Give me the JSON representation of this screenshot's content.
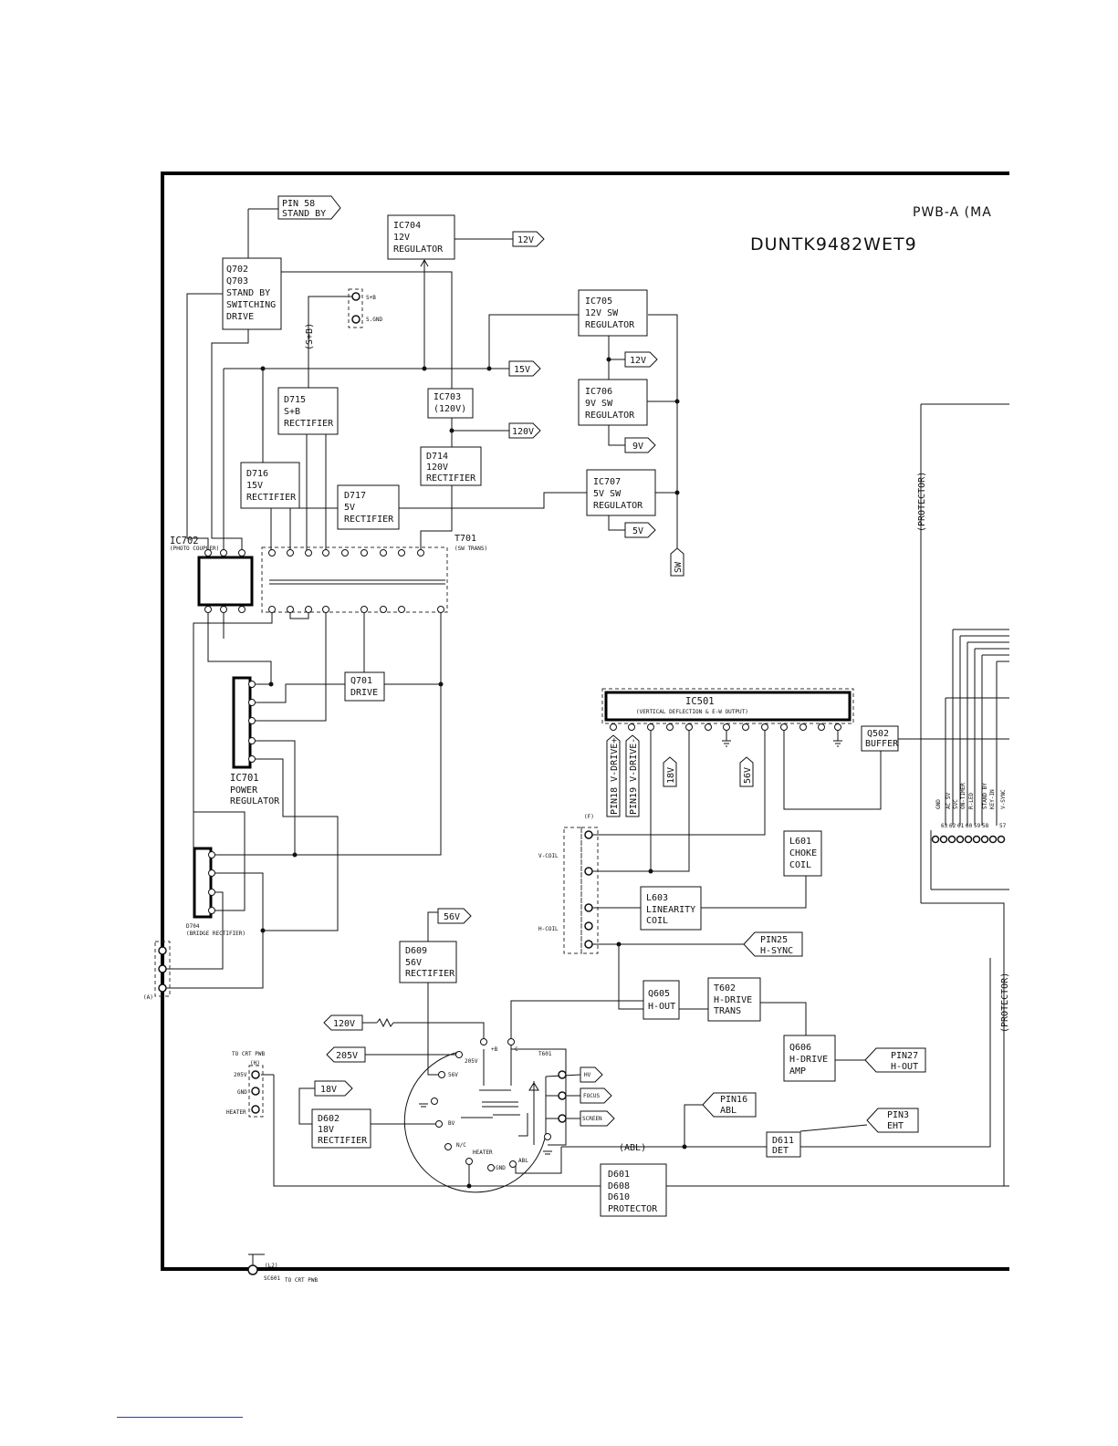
{
  "header": {
    "pwb_title": "PWB-A  (MA",
    "model": "DUNTK9482WET9"
  },
  "blocks": {
    "q702": [
      "Q702",
      "Q703",
      "STAND BY",
      "SWITCHING",
      "DRIVE"
    ],
    "ic704": [
      "IC704",
      "12V",
      "REGULATOR"
    ],
    "ic705": [
      "IC705",
      "12V  SW",
      "REGULATOR"
    ],
    "ic706": [
      "IC706",
      "9V  SW",
      "REGULATOR"
    ],
    "ic707": [
      "IC707",
      "5V  SW",
      "REGULATOR"
    ],
    "ic703": [
      "IC703",
      "(120V)"
    ],
    "d715": [
      "D715",
      "S+B",
      "RECTIFIER"
    ],
    "d714": [
      "D714",
      "120V",
      "RECTIFIER"
    ],
    "d716": [
      "D716",
      "15V",
      "RECTIFIER"
    ],
    "d717": [
      "D717",
      "5V",
      "RECTIFIER"
    ],
    "q701": [
      "Q701",
      "DRIVE"
    ],
    "ic701": [
      "IC701",
      "POWER",
      "REGULATOR"
    ],
    "ic501": [
      "IC501",
      "(VERTICAL  DEFLECTION  &  E-W  OUTPUT)"
    ],
    "q502": [
      "Q502",
      "BUFFER"
    ],
    "l601": [
      "L601",
      "CHOKE",
      "COIL"
    ],
    "l603": [
      "L603",
      "LINEARITY",
      "COIL"
    ],
    "d609": [
      "D609",
      "56V",
      "RECTIFIER"
    ],
    "q605": [
      "Q605",
      "H-OUT"
    ],
    "t602": [
      "T602",
      "H-DRIVE",
      "TRANS"
    ],
    "q606": [
      "Q606",
      "H-DRIVE",
      "AMP"
    ],
    "d602": [
      "D602",
      "18V",
      "RECTIFIER"
    ],
    "d611": [
      "D611",
      "DET"
    ],
    "d601": [
      "D601",
      "D608",
      "D610",
      "PROTECTOR"
    ]
  },
  "flags": {
    "pin58": [
      "PIN 58",
      "STAND BY"
    ],
    "v12a": "12V",
    "v12b": "12V",
    "v15": "15V",
    "v120": "120V",
    "v9": "9V",
    "v5": "5V",
    "sw": "SW",
    "pin18": "PIN18 V-DRIVE+",
    "pin19": "PIN19 V-DRIVE-",
    "v18": "18V",
    "v56": "56V",
    "v56b": "56V",
    "pin25": [
      "PIN25",
      "H-SYNC"
    ],
    "v120b": "120V",
    "v205": "205V",
    "v18b": "18V",
    "pin27": [
      "PIN27",
      "H-OUT"
    ],
    "pin16": [
      "PIN16",
      "ABL"
    ],
    "pin3": [
      "PIN3",
      "EHT"
    ],
    "hv": "HV",
    "focus": "FOCUS",
    "screen": "SCREEN"
  },
  "labels": {
    "ic702": "IC702",
    "ic702_sub": "(PHOTO COUPLER)",
    "t701": "T701",
    "t701_sub": "(SW TRANS)",
    "sb": "S+B",
    "sgnd": "S.GND",
    "spb": "(S+B)",
    "protector": "(PROTECTOR)",
    "protector2": "(PROTECTOR)",
    "abl": "(ABL)",
    "d704": "D704",
    "d704_sub": "(BRIDGE RECTIFIER)",
    "vcoil": "V-COIL",
    "hcoil": "H-COIL",
    "conn_f": "(F)",
    "conn_a": "(A)",
    "to_crt": "TO  CRT  PWB",
    "conn_h": "(H)",
    "v205": "205V",
    "gnd": "GND",
    "heater": "HEATER",
    "t601": "T601",
    "l2": "(L2)",
    "sc601": "SC601",
    "to_crt2": "TO  CRT  PWB",
    "pin_labels": [
      "GND",
      "AC 5V",
      "SVC",
      "ON-TIMER",
      "R-LED",
      "STAND BY",
      "KEY-IN",
      "V-SYNC"
    ],
    "pin_numbers": [
      "63",
      "62",
      "61",
      "60",
      "59",
      "58",
      "57"
    ]
  }
}
